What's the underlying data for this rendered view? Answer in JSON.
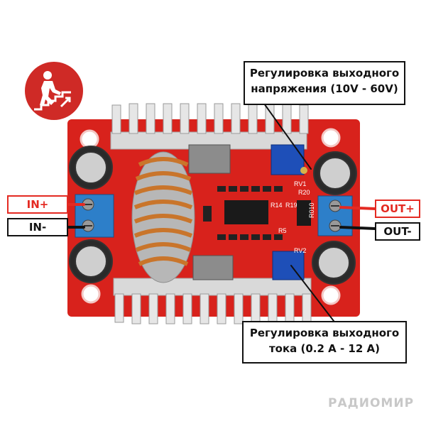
{
  "labels": {
    "voltage_adjust": {
      "line1": "Регулировка выходного",
      "line2": "напряжения (10V - 60V)"
    },
    "current_adjust": {
      "line1": "Регулировка выходного",
      "line2": "тока (0.2 A - 12 A)"
    },
    "in_plus": "IN+",
    "in_minus": "IN-",
    "out_plus": "OUT+",
    "out_minus": "OUT-"
  },
  "pcb_markings": {
    "inductor_label": "R010",
    "resistor_r14": "R14",
    "resistor_r19": "R19",
    "resistor_r20": "R20",
    "resistor_r5": "R5",
    "trimmer_rv1": "RV1",
    "trimmer_rv2": "RV2"
  },
  "icons": {
    "badge": "stairs-up-person-icon"
  },
  "watermark": "РАДИОМИР",
  "colors": {
    "pcb": "#d8221c",
    "accent_red": "#e42a22",
    "badge": "#cf2a26",
    "trimmer": "#1e4fb8",
    "terminal": "#2d7fc9"
  }
}
